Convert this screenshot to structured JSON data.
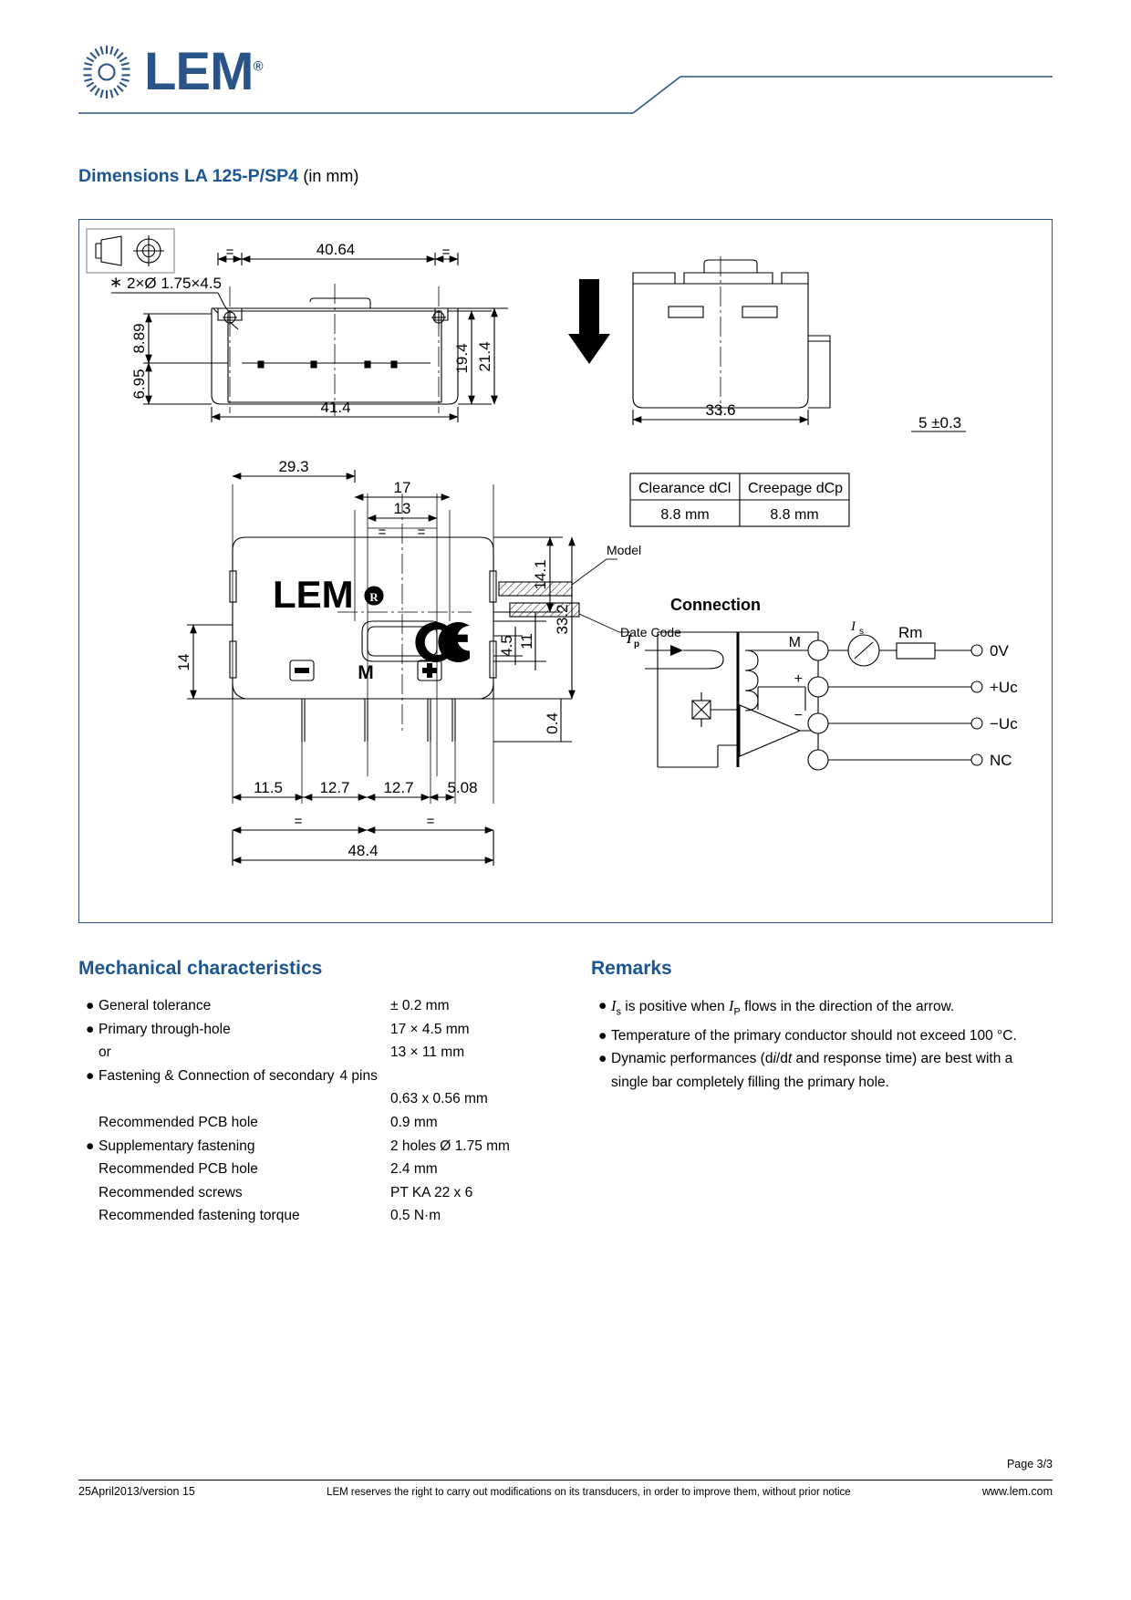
{
  "header": {
    "brand": "LEM",
    "brand_mark": "®",
    "logo_icon": "sun-burst-icon"
  },
  "title": {
    "main": "Dimensions LA 125-P/SP4",
    "suffix": "(in mm)"
  },
  "drawing": {
    "projection_symbol": "first-angle-projection-icon",
    "top_view": {
      "note_star": "∗",
      "hole_note": "2×Ø 1.75×4.5",
      "width_top": "40.64",
      "width_bottom": "41.4",
      "height_inner": "8.89",
      "height_lower": "6.95",
      "height_19_4": "19.4",
      "height_21_4": "21.4",
      "equal_left": "=",
      "equal_right": "="
    },
    "side_view": {
      "width": "33.6",
      "depth": "5 ±0.3",
      "arrow": "down-arrow-icon"
    },
    "front_view": {
      "dim_29_3": "29.3",
      "dim_17": "17",
      "dim_13": "13",
      "dim_14": "14",
      "dim_14_1": "14.1",
      "dim_33_2": "33.2",
      "dim_11": "11",
      "dim_4_5": "4.5",
      "dim_0_4": "0.4",
      "pitch_11_5": "11.5",
      "pitch_12_7a": "12.7",
      "pitch_12_7b": "12.7",
      "pitch_5_08": "5.08",
      "total_48_4": "48.4",
      "equal": "=",
      "label_model": "Model",
      "label_date_code": "Date Code",
      "brand": "LEM",
      "brand_mark": "®",
      "ce_mark": "CE",
      "pin_minus": "−",
      "pin_m": "M",
      "pin_plus": "+"
    },
    "clearance_table": {
      "headers": [
        "Clearance  dCl",
        "Creepage  dCp"
      ],
      "values": [
        "8.8  mm",
        "8.8  mm"
      ]
    },
    "connection": {
      "title": "Connection",
      "label_ip": "I",
      "label_ip_sub": "p",
      "label_m": "M",
      "label_is": "I",
      "label_is_sub": "s",
      "label_rm": "Rm",
      "label_plus": "+",
      "label_minus": "−",
      "terminals": [
        "0V",
        "+Uc",
        "−Uc",
        "NC"
      ]
    }
  },
  "mechanical": {
    "heading": "Mechanical characteristics",
    "items": [
      {
        "bullet": true,
        "label": "General tolerance",
        "value": "± 0.2 mm"
      },
      {
        "bullet": true,
        "label": "Primary through-hole",
        "value": "17 × 4.5 mm"
      },
      {
        "bullet": false,
        "label": "or",
        "value": "13 × 11 mm"
      },
      {
        "bullet": true,
        "label": "Fastening & Connection of secondary",
        "value": "4 pins",
        "wide": true
      },
      {
        "bullet": false,
        "label": "",
        "value": "0.63 x 0.56 mm"
      },
      {
        "bullet": false,
        "label": "Recommended PCB hole",
        "value": "0.9 mm"
      },
      {
        "bullet": true,
        "label": "Supplementary fastening",
        "value": "2 holes Ø 1.75 mm"
      },
      {
        "bullet": false,
        "label": "Recommended PCB hole",
        "value": "2.4 mm"
      },
      {
        "bullet": false,
        "label": "Recommended screws",
        "value": "PT KA 22 x 6"
      },
      {
        "bullet": false,
        "label": "Recommended fastening torque",
        "value": "0.5 N·m"
      }
    ]
  },
  "remarks": {
    "heading": "Remarks",
    "items": [
      "I_s is positive when I_P flows in the direction of the arrow.",
      "Temperature of the primary conductor should not exceed 100 °C.",
      "Dynamic performances (di/dt and response time) are best with a single bar completely filling the primary hole."
    ]
  },
  "footer": {
    "page": "Page 3/3",
    "version": "25April2013/version 15",
    "disclaimer": "LEM reserves the right to carry out modifications on its transducers, in order to improve them, without prior notice",
    "website": "www.lem.com"
  },
  "colors": {
    "brand_blue": "#2a5488",
    "heading_blue": "#1a5596",
    "box_border": "#2a5488"
  }
}
